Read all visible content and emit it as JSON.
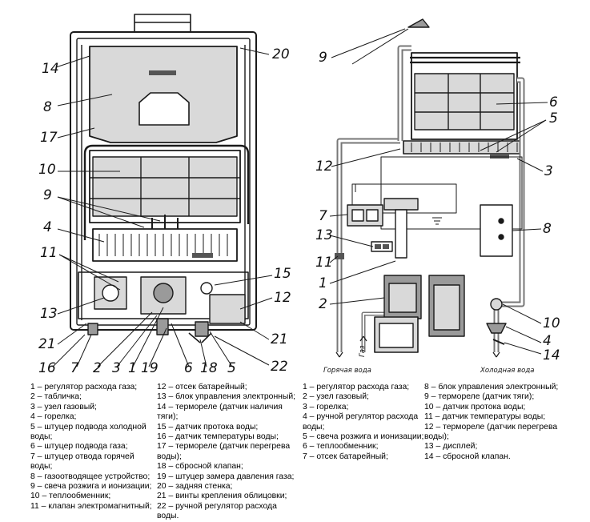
{
  "left_callouts": {
    "c14": "14",
    "c20": "20",
    "c8": "8",
    "c17": "17",
    "c10": "10",
    "c9": "9",
    "c4": "4",
    "c11": "11",
    "c15": "15",
    "c12": "12",
    "c13": "13",
    "c21a": "21",
    "c21b": "21",
    "c16": "16",
    "c7": "7",
    "c2": "2",
    "c3": "3",
    "c1": "1",
    "c19": "19",
    "c6": "6",
    "c18": "18",
    "c5": "5",
    "c22": "22"
  },
  "right_callouts": {
    "c9": "9",
    "c6": "6",
    "c5": "5",
    "c12": "12",
    "c3": "3",
    "c7": "7",
    "c8": "8",
    "c13": "13",
    "c11": "11",
    "c1": "1",
    "c2": "2",
    "c10": "10",
    "c4": "4",
    "c14": "14"
  },
  "flow_labels": {
    "hot": "Горячая вода",
    "gas": "Газ",
    "cold": "Холодная вода"
  },
  "legend_left": [
    "1 – регулятор расхода газа;",
    "2 – табличка;",
    "3 – узел газовый;",
    "4 – горелка;",
    "5 – штуцер подвода холодной воды;",
    "6 – штуцер подвода газа;",
    "7 – штуцер отвода горячей воды;",
    "8 – газоотводящее устройство;",
    "9 – свеча розжига и ионизации;",
    "10 – теплообменник;",
    "11 – клапан электромагнитный;"
  ],
  "legend_mid": [
    "12 – отсек батарейный;",
    "13 – блок управления электронный;",
    "14 – термореле (датчик наличия тяги);",
    "15 – датчик протока воды;",
    "16 – датчик температуры воды;",
    "17 – термореле (датчик перегрева воды);",
    "18 – сбросной клапан;",
    "19 – штуцер замера давления газа;",
    "20 – задняя стенка;",
    "21 – винты крепления облицовки;",
    "22 – ручной регулятор расхода воды."
  ],
  "legend_right_a": [
    "1 – регулятор расхода газа;",
    "2 – узел газовый;",
    "3 – горелка;",
    "4 – ручной регулятор расхода воды;",
    "5 – свеча розжига и ионизации;",
    "6 – теплообменник;",
    "7 – отсек батарейный;"
  ],
  "legend_right_b": [
    "8 – блок управления электронный;",
    "9 – термореле (датчик тяги);",
    "10 – датчик протока воды;",
    "11 – датчик температуры воды;",
    "12 – термореле (датчик перегрева воды);",
    "13 – дисплей;",
    "14 – сбросной клапан."
  ],
  "colors": {
    "line": "#1a1a1a",
    "fill_light": "#d9d9d9",
    "fill_mid": "#9a9a9a",
    "fill_dark": "#555555"
  }
}
